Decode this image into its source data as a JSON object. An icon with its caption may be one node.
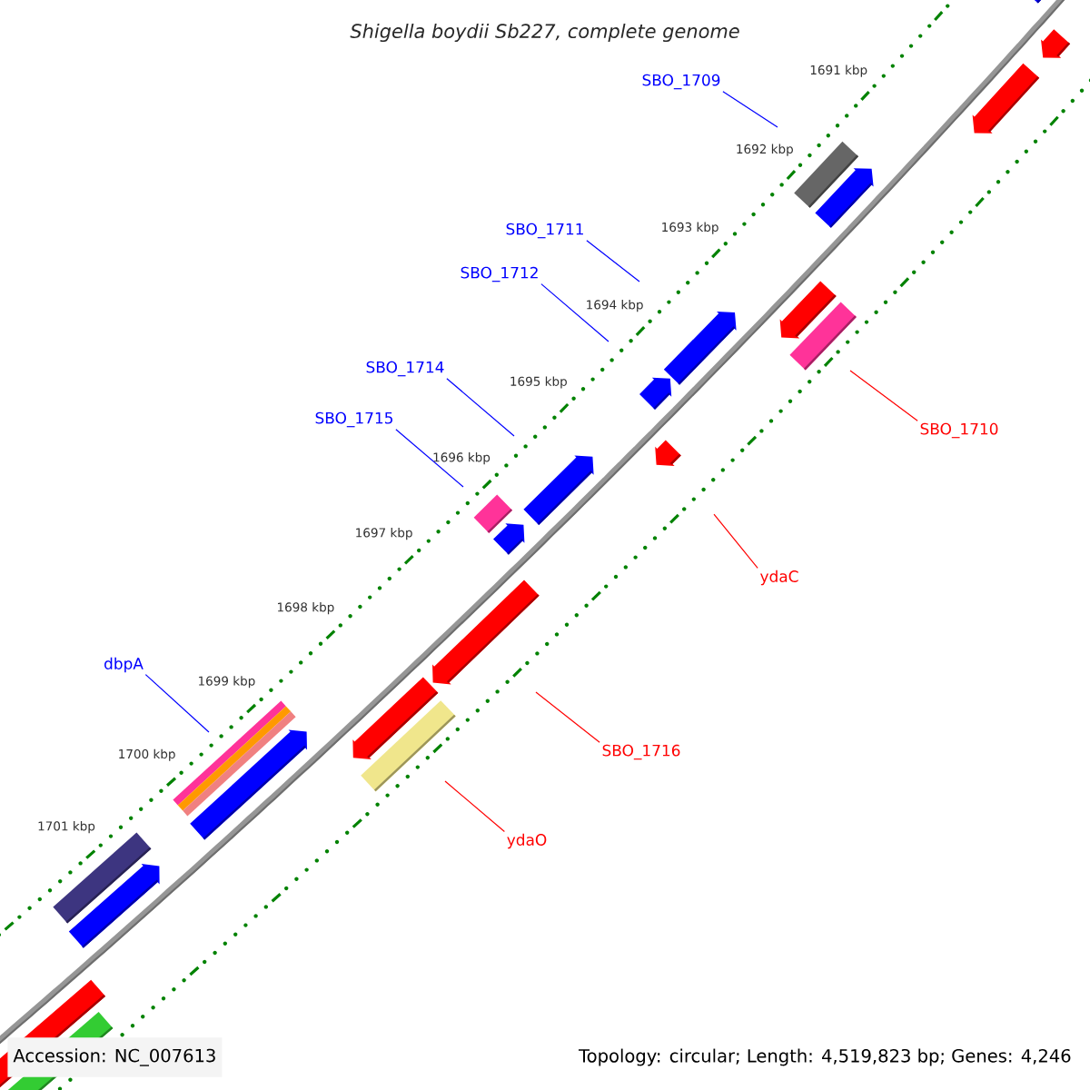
{
  "diagram": {
    "title": "Shigella boydii Sb227, complete genome",
    "nodes": [
      {
        "text": [
          "SBO_1709"
        ]
      },
      {
        "text": [
          "SBO_1711"
        ]
      },
      {
        "text": [
          "SBO_1712"
        ]
      },
      {
        "text": [
          "SBO_1714"
        ]
      },
      {
        "text": [
          "SBO_1715"
        ]
      },
      {
        "text": [
          "SBO_1710"
        ]
      },
      {
        "text": [
          "ydaC"
        ]
      },
      {
        "text": [
          "dbpA"
        ]
      },
      {
        "text": [
          "SBO_1716"
        ]
      },
      {
        "text": [
          "ydaO"
        ]
      }
    ],
    "edges": [
      {
        "from": 0,
        "to": null,
        "arrow": "none"
      },
      {
        "from": 1,
        "to": null,
        "arrow": "none"
      },
      {
        "from": 2,
        "to": null,
        "arrow": "none"
      },
      {
        "from": 3,
        "to": null,
        "arrow": "none"
      },
      {
        "from": 4,
        "to": null,
        "arrow": "none"
      },
      {
        "from": 5,
        "to": null,
        "arrow": "none",
        "color": "#ff0000"
      },
      {
        "from": 6,
        "to": null,
        "arrow": "none",
        "color": "#ff0000"
      },
      {
        "from": 7,
        "to": null,
        "arrow": "none"
      },
      {
        "from": 8,
        "to": null,
        "arrow": "none",
        "color": "#ff0000"
      },
      {
        "from": 9,
        "to": null,
        "arrow": "none",
        "color": "#ff0000"
      }
    ],
    "labels": [
      "1691 kbp",
      "1692 kbp",
      "1693 kbp",
      "1694 kbp",
      "1695 kbp",
      "1696 kbp",
      "1697 kbp",
      "1698 kbp",
      "1699 kbp",
      "1700 kbp",
      "1701 kbp",
      "Accession: NC_007613",
      "Topology: circular; Length: 4,519,823 bp; Genes: 4,246"
    ]
  }
}
